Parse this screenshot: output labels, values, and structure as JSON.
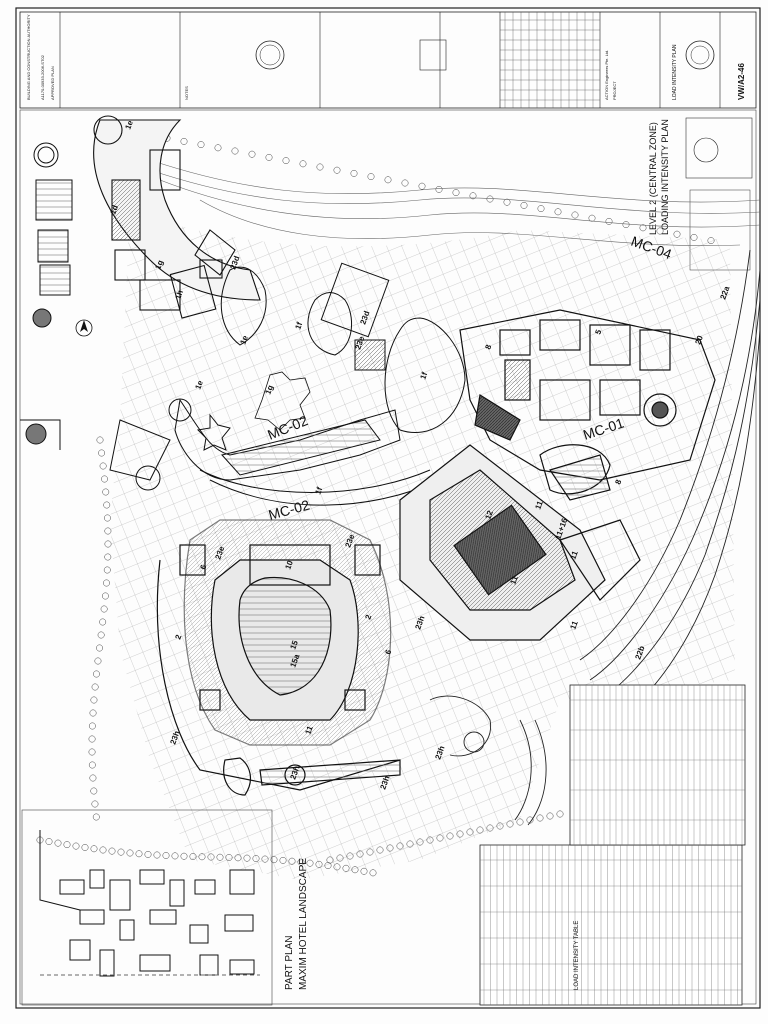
{
  "titleblock": {
    "sheet_title_1": "LEVEL 2 (CENTRAL ZONE)",
    "sheet_title_2": "LOADING INTENSITY PLAN",
    "drawing_title": "LOAD INTENSITY PLAN",
    "drawing_no": "VW/A2-46",
    "project_label": "PROJECT",
    "authority": "BUILDING AND CONSTRUCTION AUTHORITY",
    "approval": "APPROVED PLAN",
    "ref": "A1170-00933-2006-ST02",
    "company": "ACTION Engineers Pte. Ltd."
  },
  "notes_heading": "NOTES",
  "zones": [
    "MC-04",
    "MC-01",
    "MC-02",
    "MC-02"
  ],
  "rooms": [
    "1e",
    "1e",
    "1e",
    "1d",
    "1g",
    "1f",
    "1f",
    "1h",
    "1g",
    "1f",
    "23d",
    "23d",
    "23e",
    "23e",
    "23e",
    "23h",
    "23h",
    "23h",
    "23h",
    "23h",
    "11",
    "11",
    "11",
    "11",
    "11+16",
    "12",
    "15",
    "15a",
    "8",
    "8",
    "6",
    "6",
    "2",
    "2",
    "10",
    "11",
    "5",
    "20",
    "22a",
    "22b"
  ],
  "part_plan_1": "PART PLAN",
  "part_plan_2": "MAXIM HOTEL LANDSCAPE",
  "load_table_title": "LOAD INTENSITY TABLE",
  "north_label": "N"
}
